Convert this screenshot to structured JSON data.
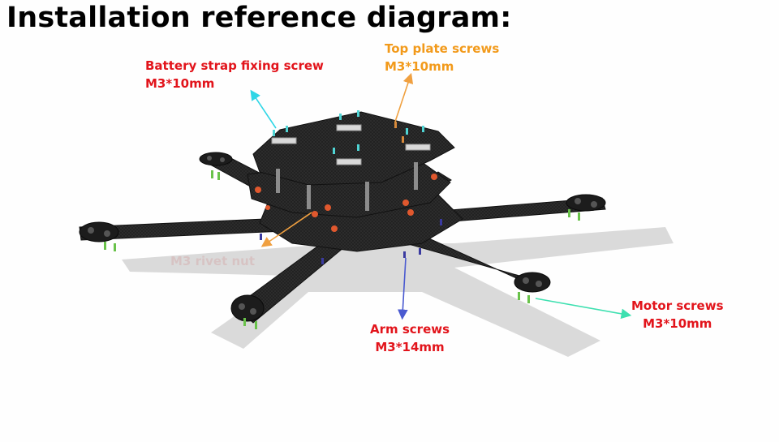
{
  "title": "Installation reference diagram:",
  "callouts": {
    "battery_strap": {
      "name": "Battery strap fixing screw",
      "spec": "M3*10mm"
    },
    "top_plate": {
      "name": "Top plate screws",
      "spec": "M3*10mm"
    },
    "rivet_nut": {
      "name": "M3 rivet nut"
    },
    "arm_screws": {
      "name": "Arm screws",
      "spec": "M3*14mm"
    },
    "motor_screws": {
      "name": "Motor screws",
      "spec": "M3*10mm"
    }
  },
  "colors": {
    "label_red": "#e2141b",
    "label_orange": "#f29a1b",
    "arrow_cyan": "#2fd6e6",
    "arrow_orange": "#f0a040",
    "arrow_blue": "#4a5ad0",
    "arrow_green": "#3ee0b0",
    "carbon": "#1e1e1e"
  }
}
